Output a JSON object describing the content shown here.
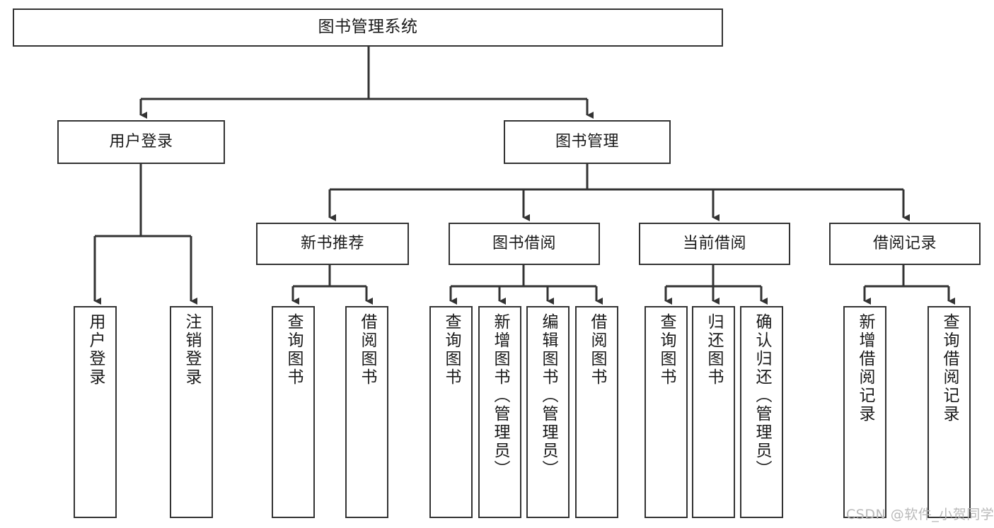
{
  "diagram": {
    "title": "图书管理系统",
    "watermark": "CSDN @软件_小贺同学",
    "nodes": {
      "root": {
        "label": "图书管理系统"
      },
      "level2": [
        {
          "label": "用户登录"
        },
        {
          "label": "图书管理"
        }
      ],
      "level3": [
        {
          "label": "新书推荐"
        },
        {
          "label": "图书借阅"
        },
        {
          "label": "当前借阅"
        },
        {
          "label": "借阅记录"
        }
      ],
      "leaves_user_login": [
        {
          "label": "用户登录"
        },
        {
          "label": "注销登录"
        }
      ],
      "leaves_new_book": [
        {
          "label": "查询图书"
        },
        {
          "label": "借阅图书"
        }
      ],
      "leaves_borrow": [
        {
          "label": "查询图书"
        },
        {
          "label": "新增图书（管理员）"
        },
        {
          "label": "编辑图书（管理员）"
        },
        {
          "label": "借阅图书"
        }
      ],
      "leaves_current": [
        {
          "label": "查询图书"
        },
        {
          "label": "归还图书"
        },
        {
          "label": "确认归还（管理员）"
        }
      ],
      "leaves_records": [
        {
          "label": "新增借阅记录"
        },
        {
          "label": "查询借阅记录"
        }
      ]
    },
    "colors": {
      "stroke": "#333333",
      "box_fill": "#ffffff",
      "text": "#1a1a1a",
      "watermark": "#b9b9b9"
    }
  }
}
